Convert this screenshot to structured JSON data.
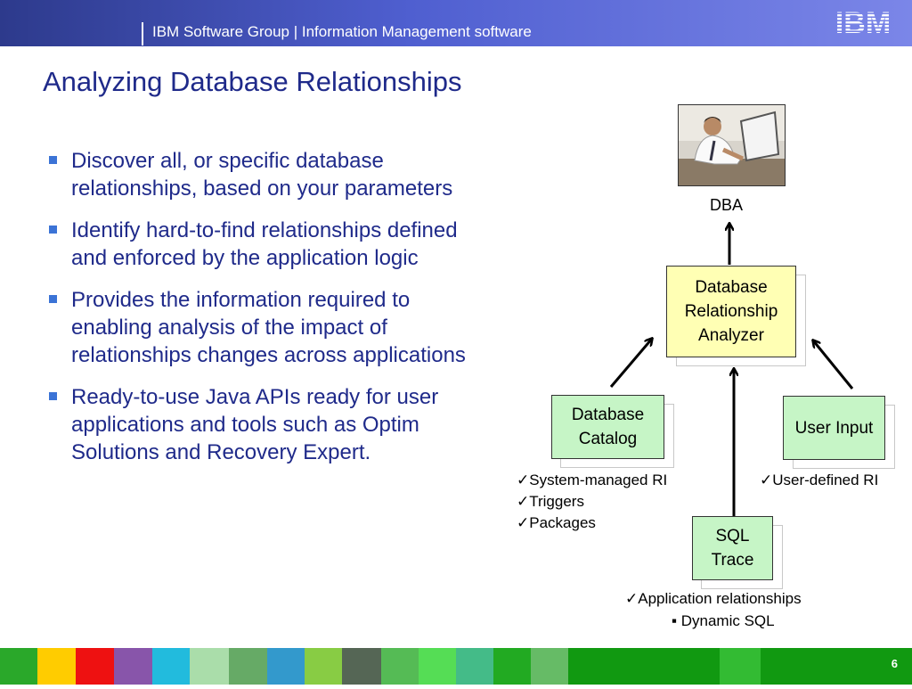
{
  "header": {
    "title": "IBM Software Group | Information Management software",
    "logo_text": "IBM",
    "bar_color": "#3c4aaf"
  },
  "slide": {
    "title": "Analyzing Database Relationships",
    "page_number": "6"
  },
  "bullets": [
    {
      "text": "Discover all, or specific database relationships, based on your parameters"
    },
    {
      "text": "Identify hard-to-find relationships defined and enforced by the application logic"
    },
    {
      "text": "Provides the information required to enabling analysis of the impact of relationships changes across applications"
    },
    {
      "text": "Ready-to-use Java APIs ready for user applications and tools such as Optim Solutions and Recovery Expert."
    }
  ],
  "diagram": {
    "dba_label": "DBA",
    "analyzer": {
      "line1": "Database",
      "line2": "Relationship",
      "line3": "Analyzer"
    },
    "catalog": {
      "line1": "Database",
      "line2": "Catalog"
    },
    "user_input": {
      "label": "User Input"
    },
    "sql_trace": {
      "line1": "SQL",
      "line2": "Trace"
    },
    "catalog_notes": [
      "✓System-managed RI",
      "✓Triggers",
      "✓Packages"
    ],
    "user_notes": [
      "✓User-defined RI"
    ],
    "trace_notes": [
      "✓Application relationships",
      "▪ Dynamic SQL"
    ],
    "colors": {
      "analyzer_fill": "#ffffb4",
      "source_fill": "#c6f5c6",
      "title_text": "#1f2a8a",
      "bullet_marker": "#3b73d6"
    }
  },
  "footer": {
    "stripe_colors": [
      "#2aa82a",
      "#ffcc00",
      "#ee1111",
      "#8855aa",
      "#22bbdd",
      "#66cc33",
      "#118833",
      "#33aa33",
      "#55dd55",
      "#44bb44",
      "#22aa22",
      "#44cc44",
      "#119911"
    ]
  }
}
